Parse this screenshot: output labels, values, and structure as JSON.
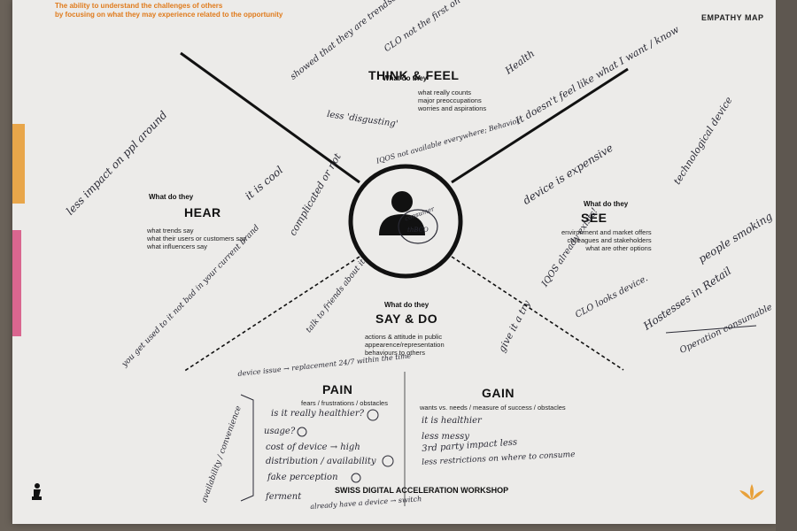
{
  "header": {
    "intro_line1": "The ability to understand the challenges of others",
    "intro_line2": "by focusing on what they may experience related to the opportunity",
    "title": "EMPATHY MAP"
  },
  "quadrants": {
    "think": {
      "question": "What do they",
      "title": "THINK & FEEL",
      "lines": [
        "what really counts",
        "major preoccupations",
        "worries and aspirations"
      ]
    },
    "hear": {
      "question": "What do they",
      "title": "HEAR",
      "lines": [
        "what trends say",
        "what their users or customers say",
        "what influencers say"
      ]
    },
    "see": {
      "question": "What do they",
      "title": "SEE",
      "lines": [
        "environment and market offers",
        "colleagues and stakeholders",
        "what are other options"
      ]
    },
    "say": {
      "question": "What do they",
      "title": "SAY & DO",
      "lines": [
        "actions & attitude in public",
        "appearence/representation",
        "behaviours to others"
      ]
    }
  },
  "pain": {
    "title": "PAIN",
    "subtitle": "fears / frustrations / obstacles"
  },
  "gain": {
    "title": "GAIN",
    "subtitle": "wants vs. needs / measure of success / obstacles"
  },
  "center": {
    "note_line1": "consumer",
    "note_line2": "thBCO"
  },
  "footer": {
    "workshop": "SWISS DIGITAL ACCELERATION WORKSHOP"
  },
  "notes": {
    "n1": "showed that they are trendsetter",
    "n2": "CLO not the first on the market",
    "n3": "Health",
    "n4": "It doesn't feel like what I want / know",
    "n5": "less 'disgusting'",
    "n6": "IQOS not available everywhere; Behavior",
    "n7": "less impact on ppl around",
    "n8": "it is cool",
    "n9": "complicated or not",
    "n10": "device is expensive",
    "n11": "technological device",
    "n12": "people smoking",
    "n13": "IQOS already exists!",
    "n14": "CLO looks device.",
    "n15": "Hostesses in Retail",
    "n16": "Operation consumable",
    "n17": "you get used to it not bad in your current brand",
    "n18": "talk to friends about it",
    "n19": "give it a try",
    "n20": "device issue → replacement 24/7 within the time",
    "n21": "is it really healthier?",
    "n22": "usage?",
    "n23": "cost of device → high",
    "n24": "distribution / availability",
    "n25": "fake perception",
    "n26": "ferment",
    "n27": "already have a device → switch",
    "n28": "availability / convenience",
    "n29": "it is healthier",
    "n30": "less messy",
    "n31": "3rd party impact less",
    "n32": "less restrictions on where to consume"
  }
}
